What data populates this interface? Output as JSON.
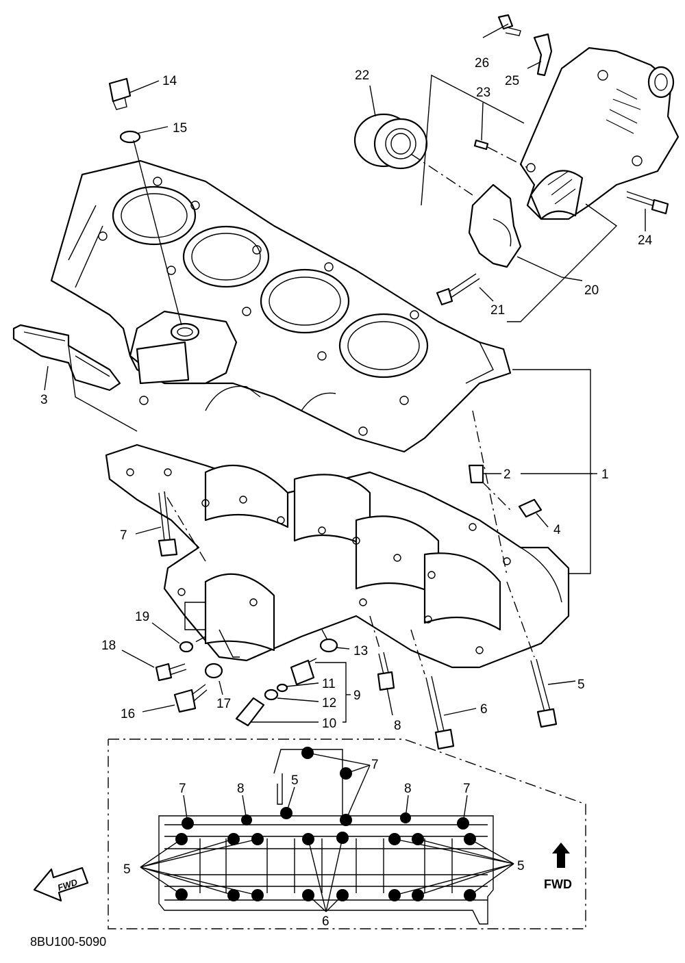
{
  "diagram_code": "8BU100-5090",
  "fwd_label": "FWD",
  "fwd_arrow_label": "FWD",
  "parts": {
    "p1": "1",
    "p2": "2",
    "p3": "3",
    "p4": "4",
    "p5": "5",
    "p6": "6",
    "p7": "7",
    "p8": "8",
    "p9": "9",
    "p10": "10",
    "p11": "11",
    "p12": "12",
    "p13": "13",
    "p14": "14",
    "p15": "15",
    "p16": "16",
    "p17": "17",
    "p18": "18",
    "p19": "19",
    "p20": "20",
    "p21": "21",
    "p22": "22",
    "p23": "23",
    "p24": "24",
    "p25": "25",
    "p26": "26"
  },
  "inset": {
    "l5a": "5",
    "l5b": "5",
    "l5c": "5",
    "l6": "6",
    "l7a": "7",
    "l7b": "7",
    "l7c": "7",
    "l8a": "8",
    "l8b": "8"
  }
}
